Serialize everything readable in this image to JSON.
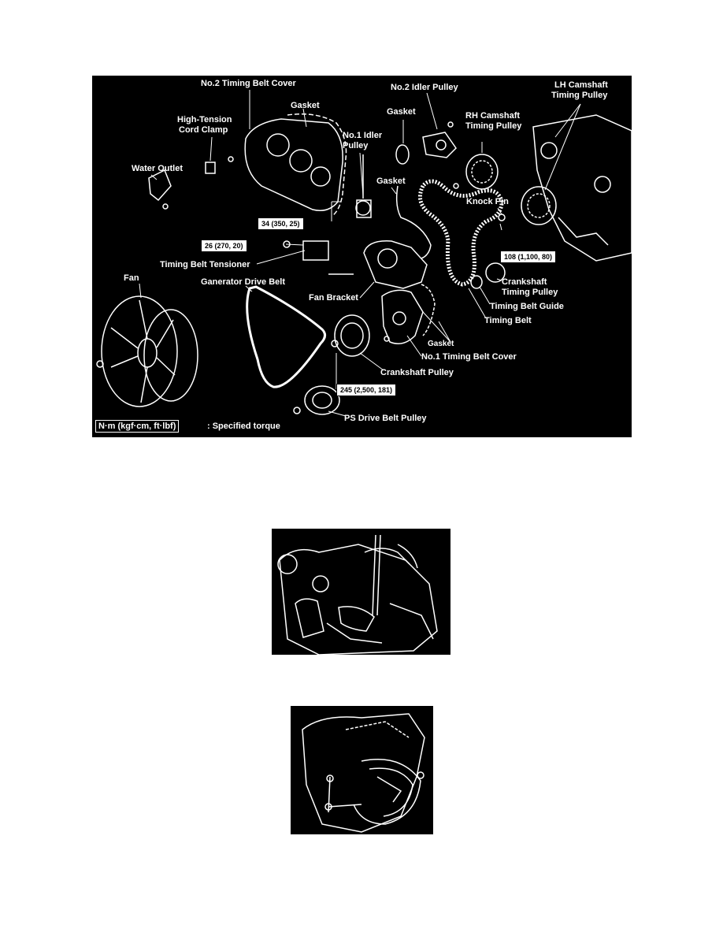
{
  "diagram": {
    "labels": {
      "no2_cover": "No.2 Timing Belt Cover",
      "gasket_top": "Gasket",
      "hv_cord_clamp_1": "High-Tension",
      "hv_cord_clamp_2": "Cord Clamp",
      "water_outlet": "Water Outlet",
      "no1_idler_1": "No.1 Idler",
      "no1_idler_2": "Pulley",
      "no2_idler": "No.2 Idler Pulley",
      "gasket_mid": "Gasket",
      "gasket_right": "Gasket",
      "rh_cam_1": "RH  Camshaft",
      "rh_cam_2": "Timing Pulley",
      "lh_cam_1": "LH Camshaft",
      "lh_cam_2": "Timing Pulley",
      "knock_pin": "Knock Pin",
      "tensioner": "Timing Belt Tensioner",
      "fan": "Fan",
      "gen_belt": "Ganerator Drive Belt",
      "fan_bracket": "Fan Bracket",
      "crank_pulley_timing_1": "Crankshaft",
      "crank_pulley_timing_2": "Timing Pulley",
      "belt_guide": "Timing Belt Guide",
      "timing_belt": "Timing Belt",
      "gasket_bottom": "Gasket",
      "no1_cover": "No.1 Timing Belt Cover",
      "crank_pulley": "Crankshaft Pulley",
      "ps_pulley": "PS Drive Belt Pulley"
    },
    "torques": {
      "t34": "34 (350, 25)",
      "t26": "26 (270, 20)",
      "t108": "108 (1,100, 80)",
      "t245": "245 (2,500, 181)"
    },
    "legend": {
      "unit": "N·m (kgf·cm, ft·lbf)",
      "text": ": Specified torque"
    }
  }
}
